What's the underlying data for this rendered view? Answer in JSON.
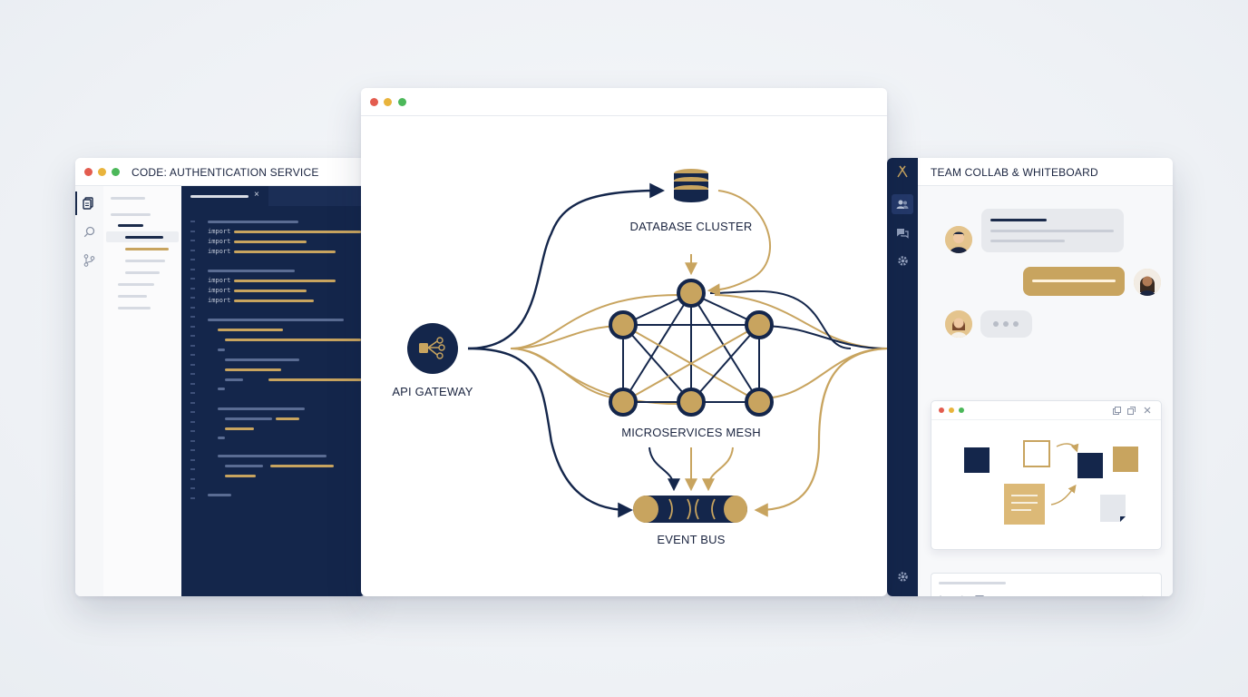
{
  "colors": {
    "navy": "#14264b",
    "gold": "#c8a45f",
    "ink": "#1b2540",
    "light_bubble": "#e9ebef"
  },
  "code_window": {
    "title": "CODE: AUTHENTICATION SERVICE",
    "tab_close": "×",
    "code_keywords": [
      "import",
      "import",
      "import",
      "import",
      "import",
      "import"
    ],
    "icons": [
      "files-icon",
      "search-icon",
      "source-control-icon"
    ]
  },
  "diagram_window": {
    "nodes": {
      "database": "DATABASE CLUSTER",
      "gateway": "API GATEWAY",
      "mesh": "MICROSERVICES MESH",
      "bus": "EVENT BUS"
    }
  },
  "collab_window": {
    "title": "TEAM COLLAB & WHITEBOARD",
    "rail_icons": [
      "logo-icon",
      "team-icon",
      "chat-icon",
      "settings-icon",
      "settings-icon"
    ],
    "composer": {
      "font_tool": "Aa",
      "attach_tool": "attach-icon",
      "image_tool": "image-icon",
      "send": "send-icon"
    }
  }
}
